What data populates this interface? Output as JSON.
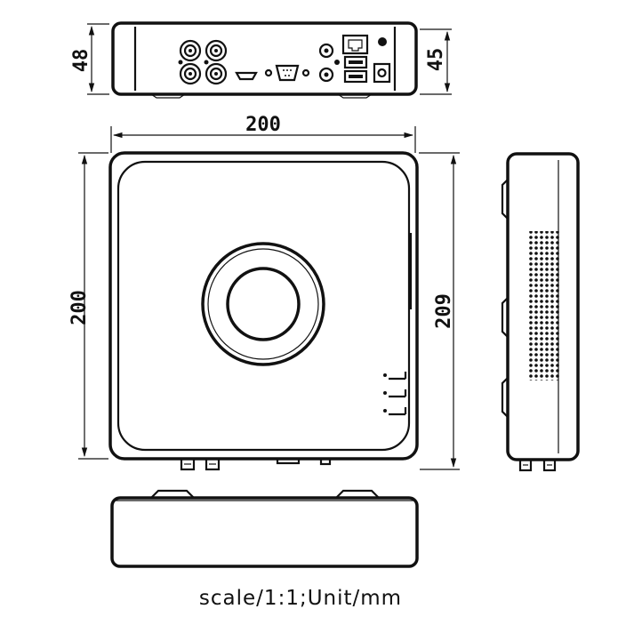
{
  "dimensions": {
    "rear_height": "48",
    "rear_height_right": "45",
    "top_width": "200",
    "top_depth": "200",
    "side_depth": "209"
  },
  "caption": "scale/1:1;Unit/mm",
  "icons": [
    "bnc-connector-icon",
    "hdmi-port-icon",
    "vga-port-icon",
    "rca-audio-icon",
    "rj45-port-icon",
    "usb-port-icon",
    "dc-power-icon",
    "led-indicator-icon",
    "ventilation-grille-icon"
  ]
}
